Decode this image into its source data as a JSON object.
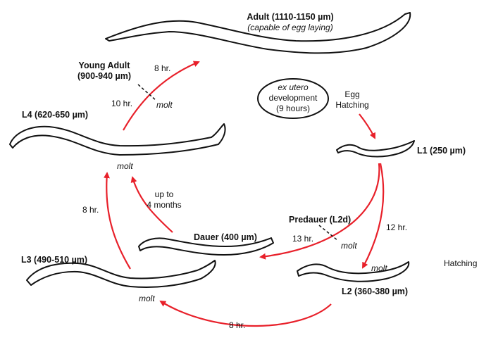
{
  "colors": {
    "arrow": "#e8202a",
    "ink": "#111111",
    "background": "#ffffff"
  },
  "stages": {
    "adult": {
      "name": "Adult (1110-1150 µm)",
      "note": "(capable of egg laying)"
    },
    "young_adult": {
      "line1": "Young Adult",
      "line2": "(900-940 µm)"
    },
    "l4": {
      "name": "L4 (620-650 µm)"
    },
    "l1": {
      "name": "L1 (250 µm)"
    },
    "l2": {
      "name": "L2 (360-380 µm)"
    },
    "l3": {
      "name": "L3 (490-510 µm)"
    },
    "dauer": {
      "name": "Dauer (400 µm)"
    },
    "predauer": {
      "name": "Predauer (L2d)"
    }
  },
  "ex_utero": {
    "line1": "ex utero",
    "line2": "development",
    "line3": "(9 hours)"
  },
  "egg_hatching": {
    "line1": "Egg",
    "line2": "Hatching"
  },
  "hatching_label": "Hatching",
  "durations": {
    "l4_to_young_adult": "10 hr.",
    "young_adult_to_adult": "8 hr.",
    "l1_to_l2": "12 hr.",
    "l1_to_predauer": "13 hr.",
    "l2_to_l3": "8 hr.",
    "l3_to_l4": "8 hr.",
    "dauer_to_l4_line1": "up to",
    "dauer_to_l4_line2": "4 months"
  },
  "molt": "molt"
}
